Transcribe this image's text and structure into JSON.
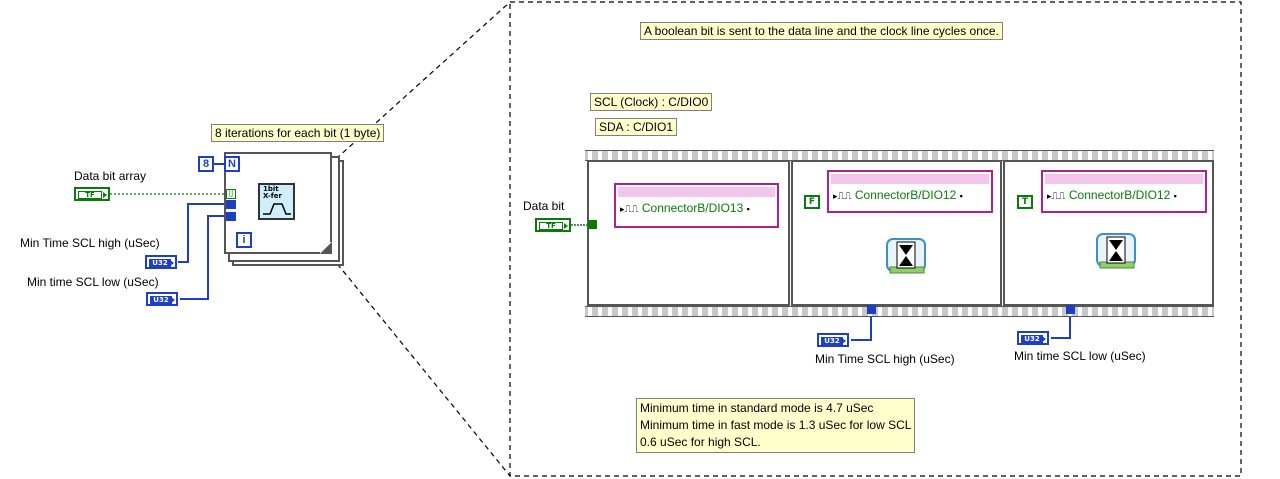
{
  "left_diagram": {
    "loop_comment": "8 iterations for each bit (1 byte)",
    "loop_count_constant": "8",
    "loop_count_terminal": "N",
    "loop_iteration_terminal": "i",
    "subvi_label_line1": "1bit",
    "subvi_label_line2": "X-fer",
    "data_bit_array_label": "Data bit array",
    "data_bit_array_terminal": "TF",
    "min_time_high_label": "Min Time SCL high (uSec)",
    "min_time_high_terminal": "U32",
    "min_time_low_label": "Min time SCL low (uSec)",
    "min_time_low_terminal": "U32"
  },
  "right_diagram": {
    "header_comment": "A boolean bit is sent to the data line and the clock line cycles once.",
    "scl_comment": "SCL (Clock) : C/DIO0",
    "sda_comment": "SDA : C/DIO1",
    "data_bit_label": "Data bit",
    "data_bit_terminal": "TF",
    "frames": [
      {
        "io_name": "ConnectorB/DIO13"
      },
      {
        "io_name": "ConnectorB/DIO12",
        "bool_constant": "F"
      },
      {
        "io_name": "ConnectorB/DIO12",
        "bool_constant": "T"
      }
    ],
    "min_time_high_label": "Min Time SCL high (uSec)",
    "min_time_high_terminal": "U32",
    "min_time_low_label": "Min time SCL low (uSec)",
    "min_time_low_terminal": "U32",
    "timing_note_line1": "Minimum time in standard mode is 4.7 uSec",
    "timing_note_line2": "Minimum time in fast mode is 1.3 uSec for low SCL",
    "timing_note_line3": "0.6 uSec for high SCL."
  },
  "colors": {
    "boolean_wire": "#0a7a0a",
    "u32_wire": "#1d3fc6",
    "io_node": "#b0208c",
    "comment_bg": "#ffffcc"
  }
}
